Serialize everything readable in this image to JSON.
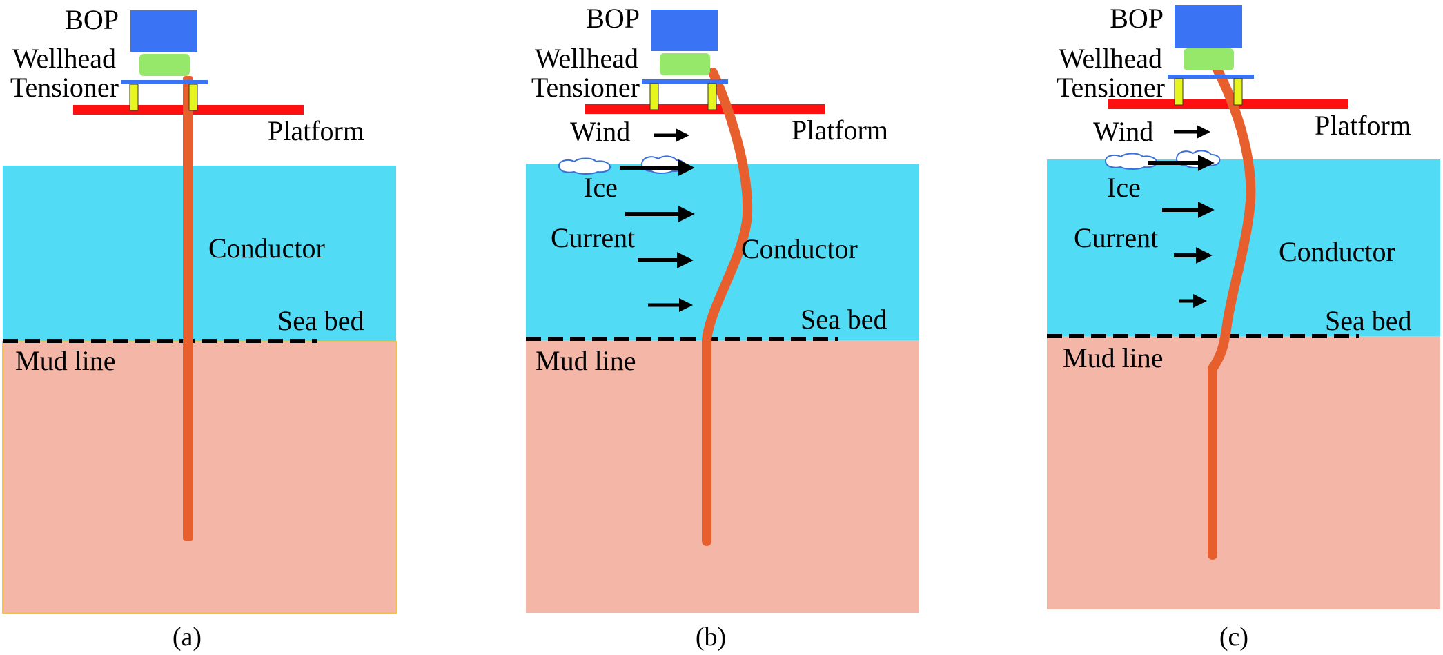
{
  "figure": {
    "colors": {
      "bop": "#3b73f5",
      "wellhead": "#95e86a",
      "tensioner_bar": "#3b73f5",
      "tensioner_legs": "#e6f51e",
      "platform": "#ff1010",
      "sea": "#52dbf4",
      "soil": "#f4b6a7",
      "conductor": "#e85f2e",
      "arrow": "#000000",
      "ice": "#ffffff",
      "ice_outline": "#3a6fd8"
    },
    "panels": [
      {
        "id": "a",
        "caption": "(a)",
        "state": "undeformed",
        "labels": {
          "bop": "BOP",
          "wellhead": "Wellhead",
          "tensioner": "Tensioner",
          "platform": "Platform",
          "conductor": "Conductor",
          "sea_bed": "Sea bed",
          "mud_line": "Mud line"
        }
      },
      {
        "id": "b",
        "caption": "(b)",
        "state": "deformed above mud line",
        "labels": {
          "bop": "BOP",
          "wellhead": "Wellhead",
          "tensioner": "Tensioner",
          "platform": "Platform",
          "wind": "Wind",
          "ice": "Ice",
          "current": "Current",
          "conductor": "Conductor",
          "sea_bed": "Sea bed",
          "mud_line": "Mud line"
        }
      },
      {
        "id": "c",
        "caption": "(c)",
        "state": "deformed above and below mud line",
        "labels": {
          "bop": "BOP",
          "wellhead": "Wellhead",
          "tensioner": "Tensioner",
          "platform": "Platform",
          "wind": "Wind",
          "ice": "Ice",
          "current": "Current",
          "conductor": "Conductor",
          "sea_bed": "Sea bed",
          "mud_line": "Mud line"
        }
      }
    ]
  }
}
